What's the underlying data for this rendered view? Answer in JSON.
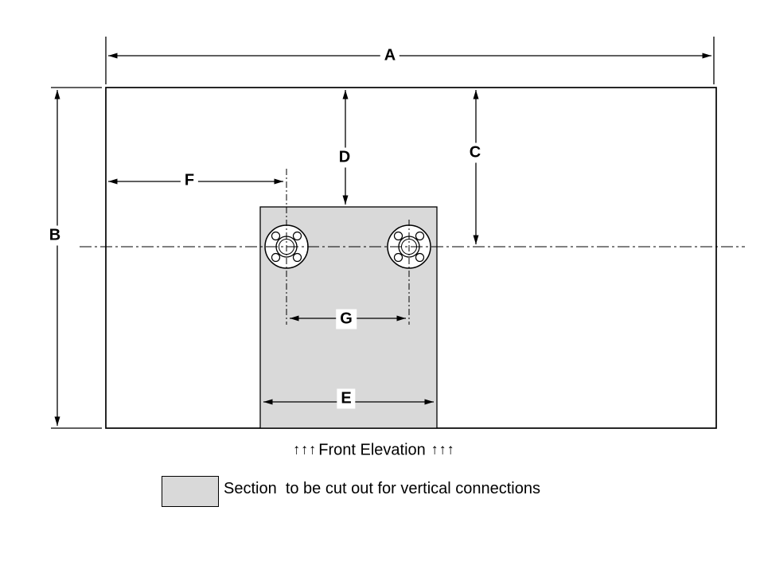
{
  "dimension_labels": {
    "a": "A",
    "b": "B",
    "c": "C",
    "d": "D",
    "e": "E",
    "f": "F",
    "g": "G"
  },
  "caption": {
    "left_arrows": "↑↑↑",
    "title": "Front Elevation",
    "right_arrows": "↑↑↑"
  },
  "legend": {
    "text": "Section  to be cut out for vertical connections"
  },
  "colors": {
    "line": "#000000",
    "cutout_fill": "#d9d9d9",
    "background": "#ffffff"
  }
}
